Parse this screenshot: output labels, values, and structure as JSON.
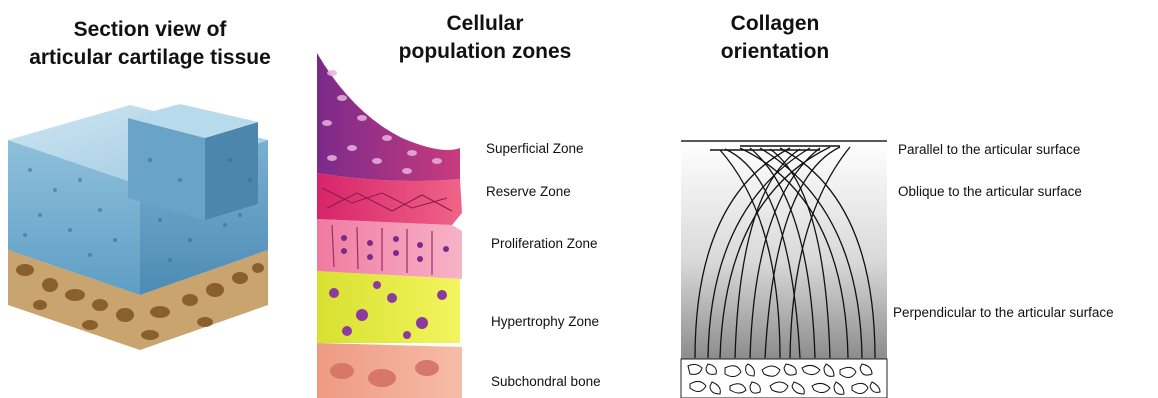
{
  "headings": {
    "section_view": [
      "Section view of",
      "articular cartilage tissue"
    ],
    "cellular": [
      "Cellular",
      "population zones"
    ],
    "collagen": [
      "Collagen",
      "orientation"
    ]
  },
  "zones": [
    "Superficial Zone",
    "Reserve Zone",
    "Proliferation Zone",
    "Hypertrophy Zone",
    "Subchondral bone"
  ],
  "collagen_labels": [
    "Parallel to the articular surface",
    "Oblique to the articular surface",
    "Perpendicular to the articular surface"
  ]
}
